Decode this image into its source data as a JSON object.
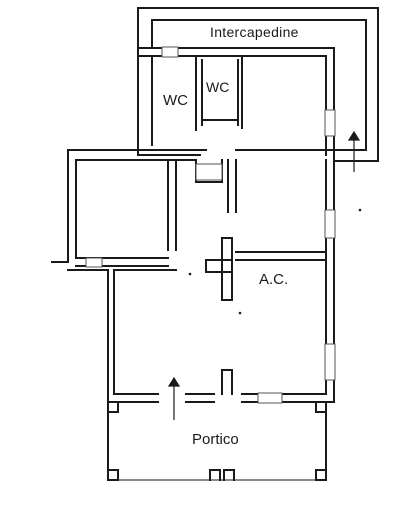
{
  "plan": {
    "labels": {
      "intercapedine": "Intercapedine",
      "wc_left": "WC",
      "wc_right": "WC",
      "ac": "A.C.",
      "portico": "Portico"
    },
    "colors": {
      "wall": "#1a1a1a",
      "background": "#ffffff",
      "hatch": "#555555"
    }
  }
}
